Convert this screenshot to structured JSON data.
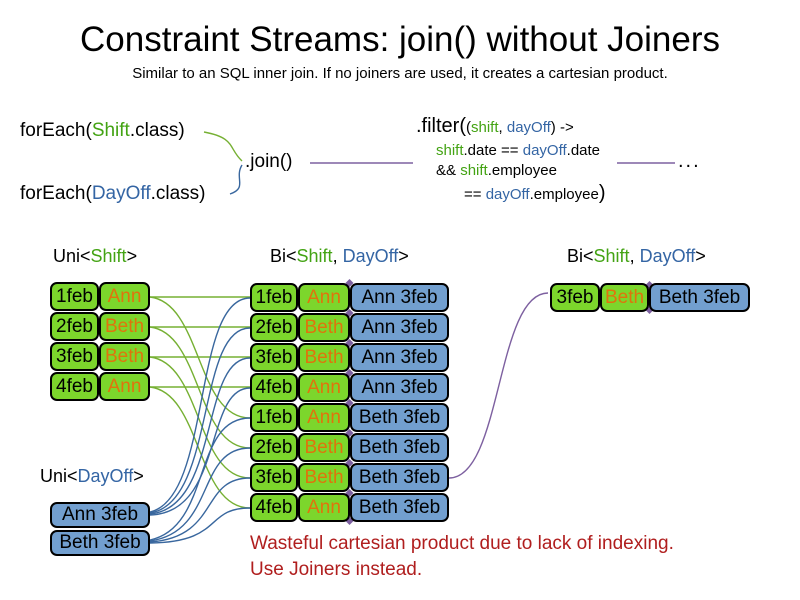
{
  "colors": {
    "cell_green": "#7CD62C",
    "cell_blue": "#729FCF",
    "text_green": "#43A313",
    "text_blue": "#3465A4",
    "text_orange": "#E0730C",
    "text_red": "#B01E1E",
    "line_green": "#76B033",
    "line_blue": "#39679E",
    "line_purple": "#7D60A0"
  },
  "title": "Constraint Streams: join() without Joiners",
  "subtitle": "Similar to an SQL inner join. If no joiners are used, it creates a cartesian product.",
  "code": {
    "foreach_shift": [
      {
        "t": "forEach(",
        "c": "k"
      },
      {
        "t": "Shift",
        "c": "g"
      },
      {
        "t": ".class)",
        "c": "k"
      }
    ],
    "foreach_dayoff": [
      {
        "t": "forEach(",
        "c": "k"
      },
      {
        "t": "DayOff",
        "c": "b"
      },
      {
        "t": ".class)",
        "c": "k"
      }
    ],
    "join_label": ".join()",
    "filter_head": ".filter(",
    "filter_args": [
      {
        "t": "(",
        "c": "k"
      },
      {
        "t": "shift",
        "c": "g"
      },
      {
        "t": ", ",
        "c": "k"
      },
      {
        "t": "dayOff",
        "c": "b"
      },
      {
        "t": ") ->",
        "c": "k"
      }
    ],
    "filter_line2": [
      {
        "t": "shift",
        "c": "g"
      },
      {
        "t": ".date == ",
        "c": "k"
      },
      {
        "t": "dayOff",
        "c": "b"
      },
      {
        "t": ".date",
        "c": "k"
      }
    ],
    "filter_line3": [
      {
        "t": "&& ",
        "c": "k"
      },
      {
        "t": "shift",
        "c": "g"
      },
      {
        "t": ".employee",
        "c": "k"
      }
    ],
    "filter_line4": [
      {
        "t": "== ",
        "c": "k"
      },
      {
        "t": "dayOff",
        "c": "b"
      },
      {
        "t": ".employee",
        "c": "k"
      }
    ],
    "filter_close_paren": ")",
    "ellipsis": "..."
  },
  "headers": {
    "uni_shift": [
      {
        "t": "Uni<",
        "c": "k"
      },
      {
        "t": "Shift",
        "c": "g"
      },
      {
        "t": ">",
        "c": "k"
      }
    ],
    "bi_joined": [
      {
        "t": "Bi<",
        "c": "k"
      },
      {
        "t": "Shift",
        "c": "g"
      },
      {
        "t": ", ",
        "c": "k"
      },
      {
        "t": "DayOff",
        "c": "b"
      },
      {
        "t": ">",
        "c": "k"
      }
    ],
    "bi_result": [
      {
        "t": "Bi<",
        "c": "k"
      },
      {
        "t": "Shift",
        "c": "g"
      },
      {
        "t": ", ",
        "c": "k"
      },
      {
        "t": "DayOff",
        "c": "b"
      },
      {
        "t": ">",
        "c": "k"
      }
    ],
    "uni_dayoff": [
      {
        "t": "Uni<",
        "c": "k"
      },
      {
        "t": "DayOff",
        "c": "b"
      },
      {
        "t": ">",
        "c": "k"
      }
    ]
  },
  "shift_rows": [
    {
      "date": "1feb",
      "name": "Ann"
    },
    {
      "date": "2feb",
      "name": "Beth"
    },
    {
      "date": "3feb",
      "name": "Beth"
    },
    {
      "date": "4feb",
      "name": "Ann"
    }
  ],
  "joined_rows": [
    {
      "date": "1feb",
      "name": "Ann",
      "result": "Ann 3feb"
    },
    {
      "date": "2feb",
      "name": "Beth",
      "result": "Ann 3feb"
    },
    {
      "date": "3feb",
      "name": "Beth",
      "result": "Ann 3feb"
    },
    {
      "date": "4feb",
      "name": "Ann",
      "result": "Ann 3feb"
    },
    {
      "date": "1feb",
      "name": "Ann",
      "result": "Beth 3feb"
    },
    {
      "date": "2feb",
      "name": "Beth",
      "result": "Beth 3feb"
    },
    {
      "date": "3feb",
      "name": "Beth",
      "result": "Beth 3feb"
    },
    {
      "date": "4feb",
      "name": "Ann",
      "result": "Beth 3feb"
    }
  ],
  "result_row": {
    "date": "3feb",
    "name": "Beth",
    "result": "Beth 3feb"
  },
  "dayoff_rows": [
    "Ann 3feb",
    "Beth 3feb"
  ],
  "caption": {
    "line1": "Wasteful cartesian product due to lack of indexing.",
    "line2": "Use Joiners instead."
  }
}
